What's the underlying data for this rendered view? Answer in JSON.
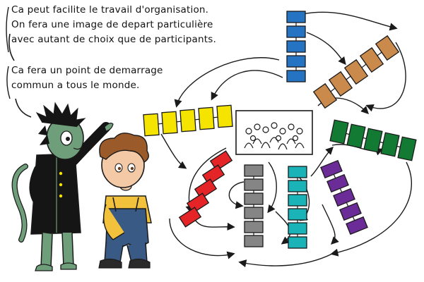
{
  "speech": {
    "block1": [
      "Ca peut facilite le travail d'organisation.",
      "On fera une image de depart particulière",
      "avec autant de choix que de participants."
    ],
    "block2": [
      "Ca fera un point de demarrage",
      "commun a tous le monde."
    ]
  },
  "colors": {
    "blue": "#2574c4",
    "brown": "#c98a4c",
    "green": "#137a33",
    "purple": "#6b2c97",
    "teal": "#1ab3b8",
    "gray": "#858585",
    "red": "#e52427",
    "yellow": "#f5e400",
    "outline": "#1a1a1a",
    "character_green": "#6f9e7a",
    "character_black": "#151515",
    "overalls": "#3a5a86",
    "shirt": "#f2c23c",
    "hair": "#9a5a2a"
  },
  "diagram": {
    "center": "group-of-people-picture",
    "branches": [
      {
        "color": "blue",
        "boxes": 5
      },
      {
        "color": "brown",
        "boxes": 5
      },
      {
        "color": "green",
        "boxes": 5
      },
      {
        "color": "purple",
        "boxes": 5
      },
      {
        "color": "teal",
        "boxes": 6
      },
      {
        "color": "gray",
        "boxes": 6
      },
      {
        "color": "red",
        "boxes": 5
      },
      {
        "color": "yellow",
        "boxes": 5
      }
    ]
  }
}
